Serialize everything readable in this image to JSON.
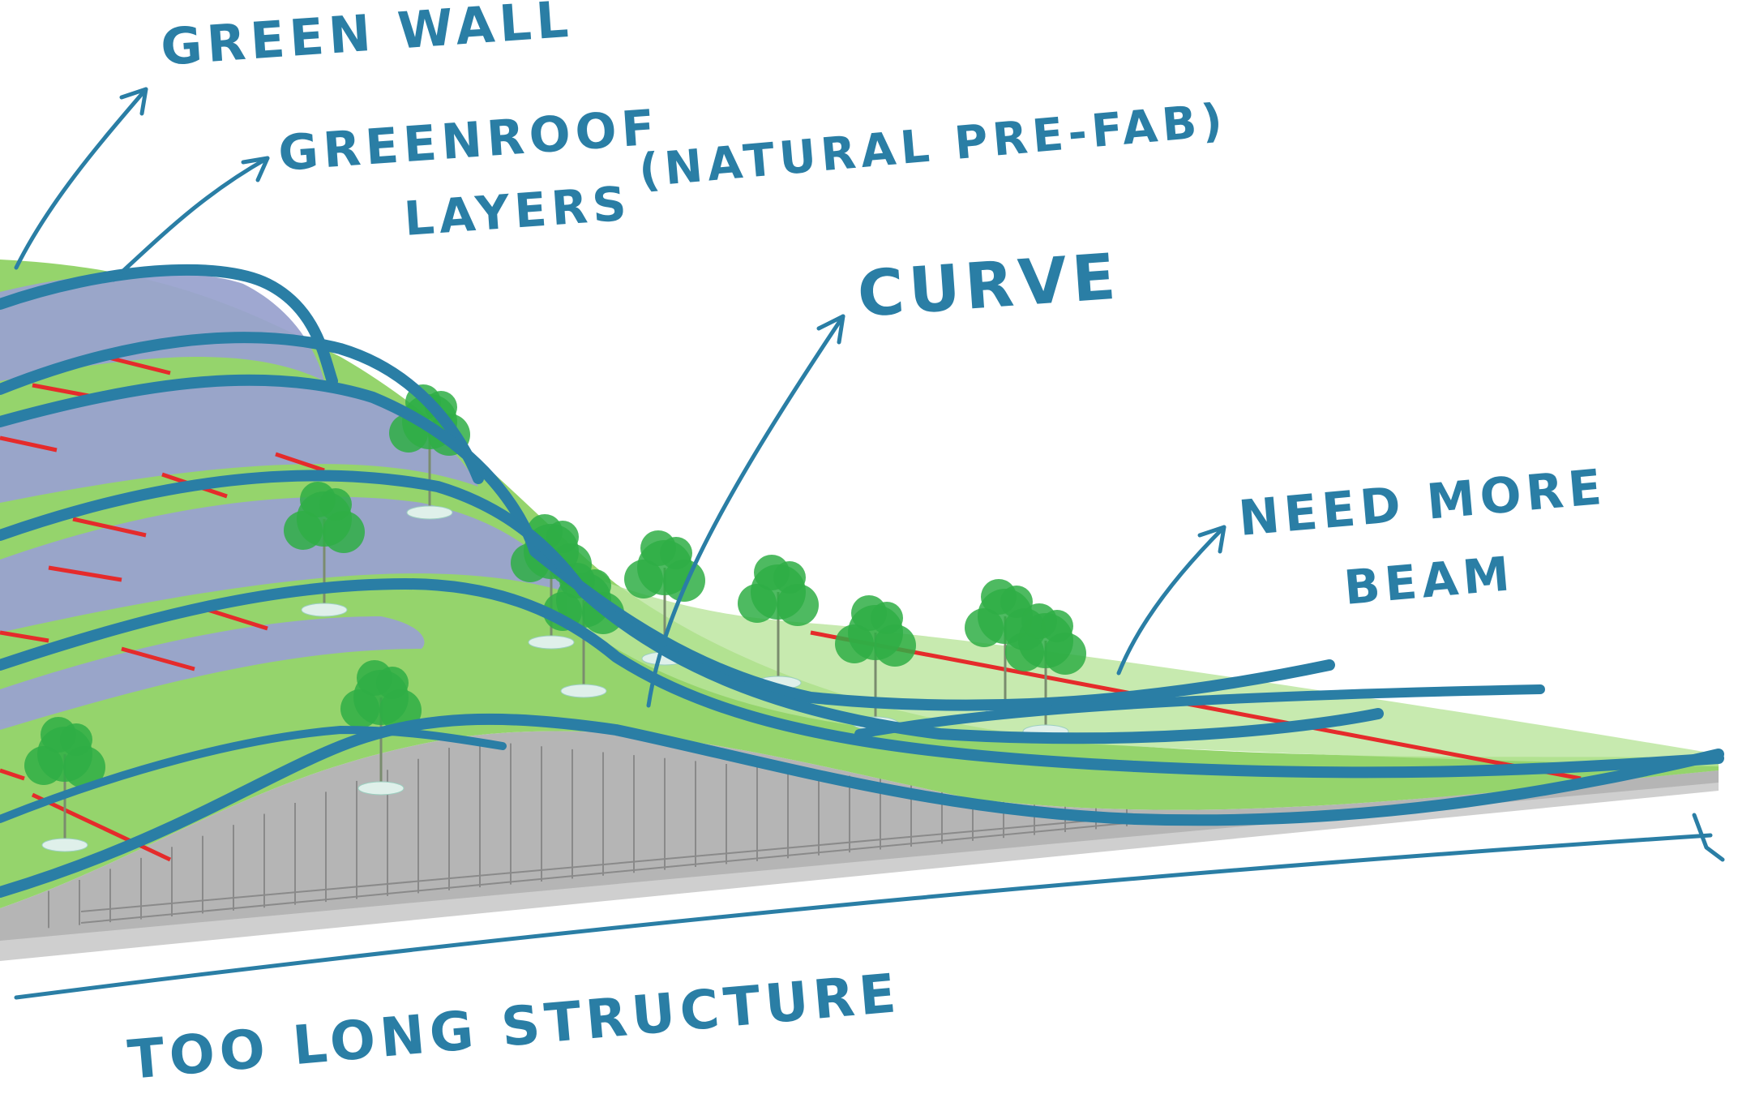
{
  "annotations": {
    "green_wall": "GREEN WALL",
    "green_roof_line1": "GREENROOF",
    "green_roof_line2": "LAYERS",
    "natural_prefab": "(NATURAL PRE-FAB)",
    "curve": "CURVE",
    "need_more_line1": "NEED MORE",
    "need_more_line2": "BEAM",
    "too_long": "TOO LONG STRUCTURE"
  },
  "colors": {
    "ink": "#2a7ea5",
    "roof_green": "#8fd16a",
    "roof_green_light": "#b8e59a",
    "layer_purple": "#9aa3cf",
    "structure_gray": "#a7a7a7",
    "beam_red": "#e52b2b",
    "tree_green": "#2fae45"
  }
}
